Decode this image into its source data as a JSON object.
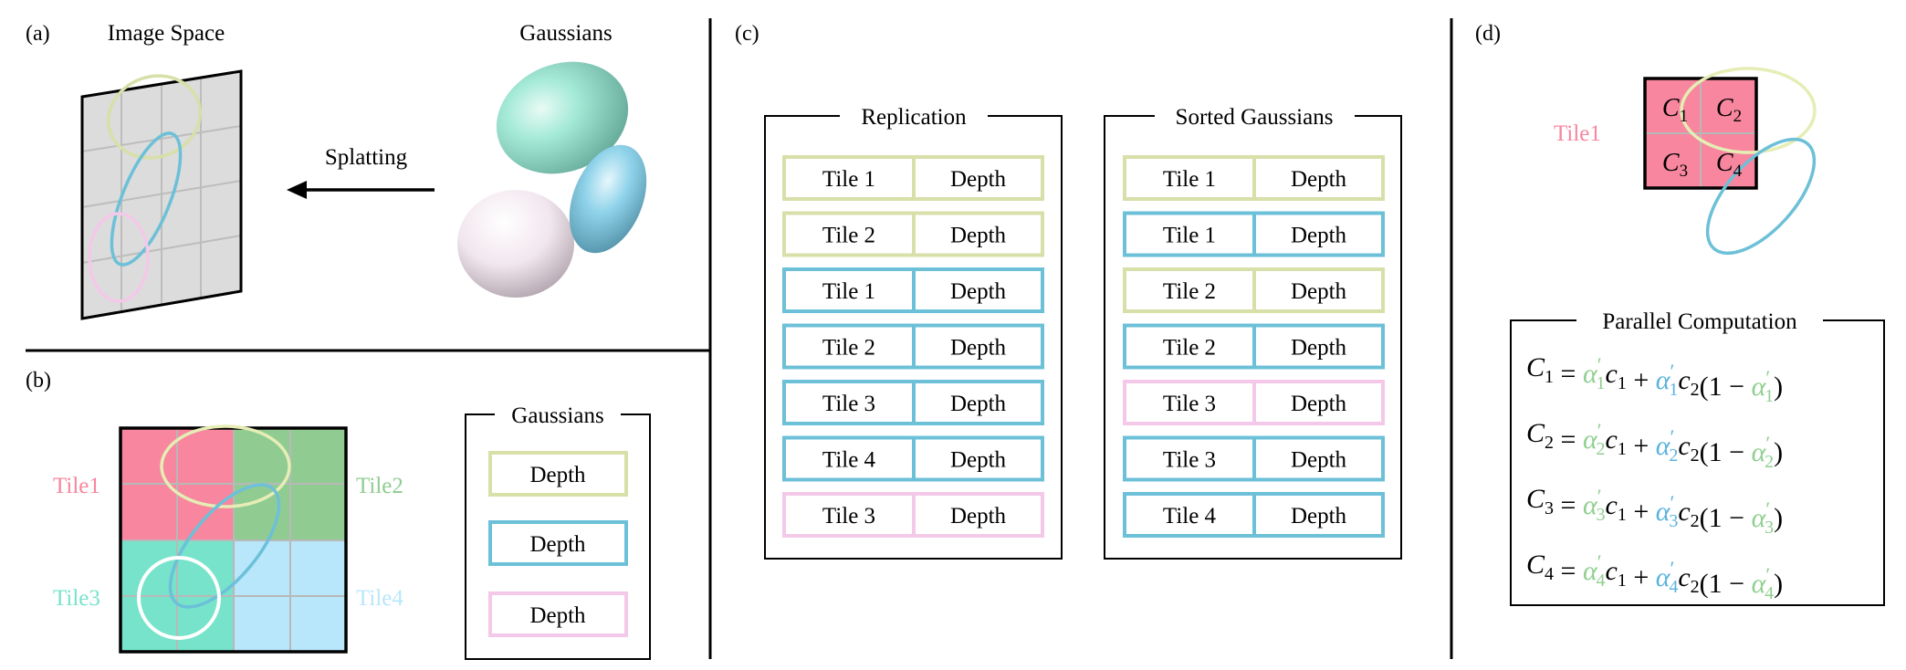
{
  "panel_a": {
    "label": "(a)",
    "image_space_title": "Image Space",
    "gaussians_title": "Gaussians",
    "arrow_label": "Splatting"
  },
  "panel_b": {
    "label": "(b)",
    "tiles": [
      "Tile1",
      "Tile2",
      "Tile3",
      "Tile4"
    ],
    "legend_title": "Gaussians",
    "legend_items": [
      "Depth",
      "Depth",
      "Depth"
    ]
  },
  "panel_c": {
    "label": "(c)",
    "replication": {
      "title": "Replication",
      "rows": [
        {
          "tile": "Tile 1",
          "depth": "Depth",
          "color": "yellow"
        },
        {
          "tile": "Tile 2",
          "depth": "Depth",
          "color": "yellow"
        },
        {
          "tile": "Tile 1",
          "depth": "Depth",
          "color": "blue"
        },
        {
          "tile": "Tile 2",
          "depth": "Depth",
          "color": "blue"
        },
        {
          "tile": "Tile 3",
          "depth": "Depth",
          "color": "blue"
        },
        {
          "tile": "Tile 4",
          "depth": "Depth",
          "color": "blue"
        },
        {
          "tile": "Tile 3",
          "depth": "Depth",
          "color": "pink"
        }
      ]
    },
    "sorted": {
      "title": "Sorted Gaussians",
      "rows": [
        {
          "tile": "Tile 1",
          "depth": "Depth",
          "color": "yellow"
        },
        {
          "tile": "Tile 1",
          "depth": "Depth",
          "color": "blue"
        },
        {
          "tile": "Tile 2",
          "depth": "Depth",
          "color": "yellow"
        },
        {
          "tile": "Tile 2",
          "depth": "Depth",
          "color": "blue"
        },
        {
          "tile": "Tile 3",
          "depth": "Depth",
          "color": "pink"
        },
        {
          "tile": "Tile 3",
          "depth": "Depth",
          "color": "blue"
        },
        {
          "tile": "Tile 4",
          "depth": "Depth",
          "color": "blue"
        }
      ]
    }
  },
  "panel_d": {
    "label": "(d)",
    "tile_label": "Tile1",
    "cells": [
      "C1",
      "C2",
      "C3",
      "C4"
    ],
    "box_title": "Parallel Computation",
    "equations": [
      {
        "C": "C",
        "i": "1"
      },
      {
        "C": "C",
        "i": "2"
      },
      {
        "C": "C",
        "i": "3"
      },
      {
        "C": "C",
        "i": "4"
      }
    ]
  },
  "colors": {
    "yellow": "#d8dfa8",
    "blue": "#6cc0d8",
    "pink": "#f4c8e8",
    "tile1": "#f7869e",
    "tile2": "#90cc92",
    "tile3": "#77e3cb",
    "tile4": "#b8e6fb",
    "alpha_green": "#8fcf8f",
    "alpha_blue": "#5ab3dc"
  }
}
